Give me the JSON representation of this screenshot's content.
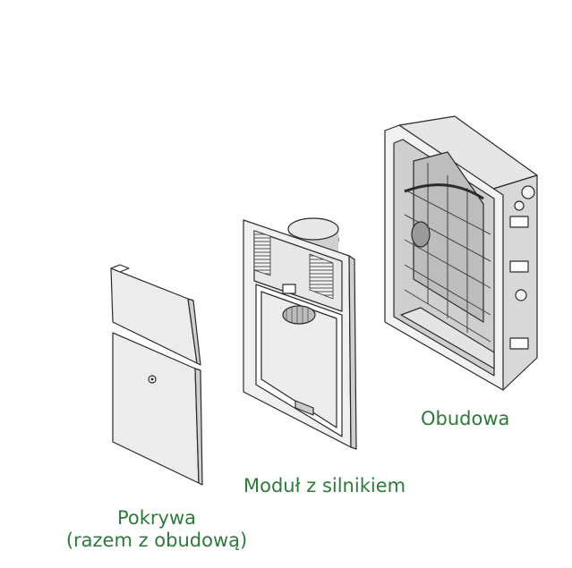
{
  "labels": {
    "housing": "Obudowa",
    "module": "Moduł z silnikiem",
    "cover_line1": "Pokrywa",
    "cover_line2": "(razem z obudową)"
  },
  "colors": {
    "label": "#2d7a3a",
    "line": "#2b2b2b",
    "fill_light": "#f2f2f2",
    "fill_mid": "#e0e0e0",
    "fill_dark": "#c9c9c9"
  },
  "icons": {
    "housing": "recessed-box-housing",
    "module": "fan-motor-module",
    "cover": "front-cover-panels"
  }
}
